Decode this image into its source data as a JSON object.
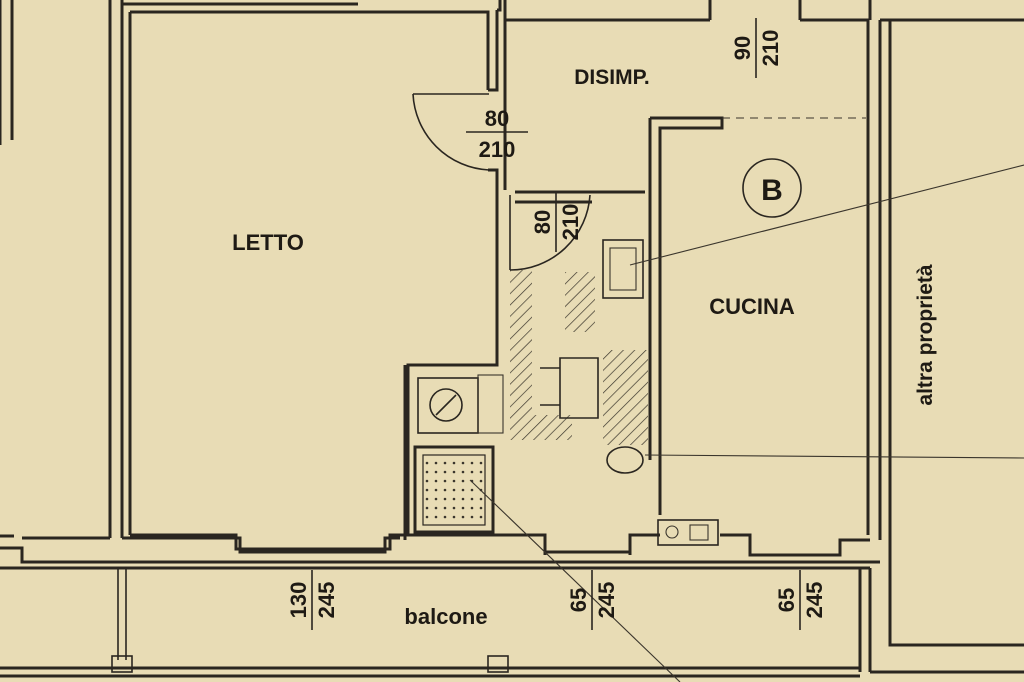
{
  "rooms": {
    "letto": "LETTO",
    "disimp": "DISIMP.",
    "cucina": "CUCINA",
    "balcone": "balcone",
    "altra": "altra proprietà",
    "unit_mark": "B"
  },
  "openings": [
    {
      "id": "door-letto",
      "w": "80",
      "h": "210"
    },
    {
      "id": "door-entry",
      "w": "90",
      "h": "210"
    },
    {
      "id": "door-bath",
      "w": "80",
      "h": "210"
    },
    {
      "id": "window-letto",
      "w": "130",
      "h": "245"
    },
    {
      "id": "window-bath",
      "w": "65",
      "h": "245"
    },
    {
      "id": "window-cucina",
      "w": "65",
      "h": "245"
    }
  ],
  "colors": {
    "paper": "#e8dcb5",
    "ink": "#2a2620"
  }
}
